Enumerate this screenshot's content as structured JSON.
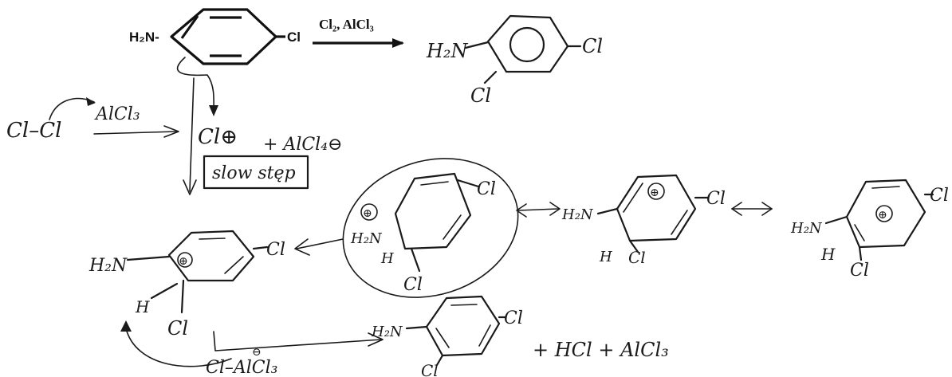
{
  "labels": {
    "h2n": "H₂N-",
    "cl": "Cl",
    "cl_handwritten": "Cl",
    "h": "H",
    "h2n_hand": "H₂N",
    "cl2_alcl3": "Cl₂, AlCl₃",
    "cl_cl": "Cl–Cl",
    "alcl3": "AlCl₃",
    "cl_plus": "Cl⊕",
    "plus_alcl4": "+ AlCl₄⊖",
    "slow_step": "slow stęp",
    "charge_plus": "⊕",
    "cl_alcl3": "Cl–AlCl₃",
    "alcl3_charge": "⊖",
    "byproducts": "+ HCl + AlCl₃"
  }
}
